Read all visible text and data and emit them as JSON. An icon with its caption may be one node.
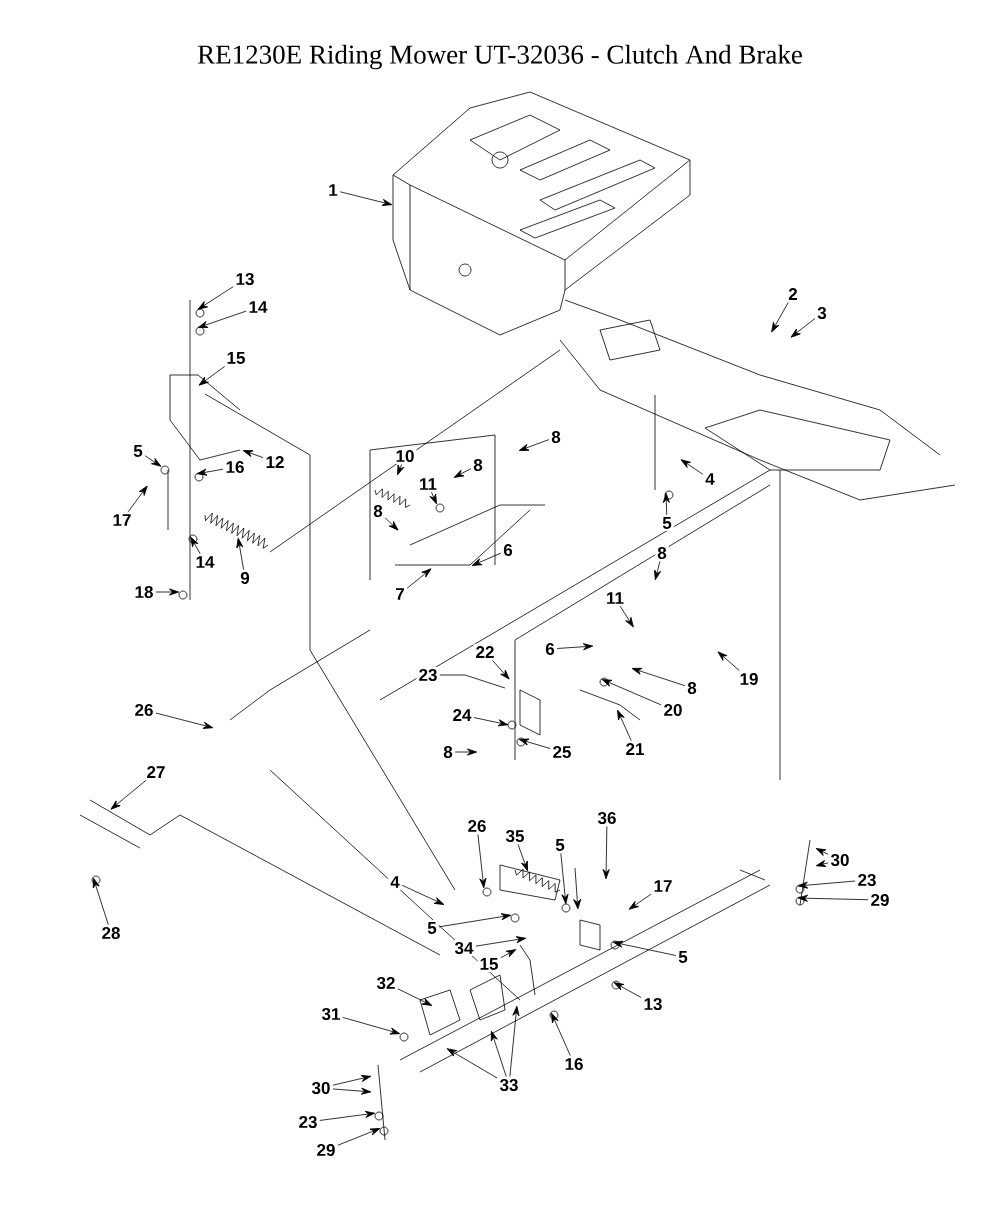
{
  "diagram": {
    "title": "RE1230E Riding Mower UT-32036 - Clutch And Brake",
    "nodes": [
      {
        "text": [
          "1"
        ]
      },
      {
        "text": [
          "2"
        ]
      },
      {
        "text": [
          "3"
        ]
      },
      {
        "text": [
          "13"
        ]
      },
      {
        "text": [
          "14"
        ]
      },
      {
        "text": [
          "15"
        ]
      },
      {
        "text": [
          "12"
        ]
      },
      {
        "text": [
          "5"
        ]
      },
      {
        "text": [
          "16"
        ]
      },
      {
        "text": [
          "17"
        ]
      },
      {
        "text": [
          "14"
        ]
      },
      {
        "text": [
          "9"
        ]
      },
      {
        "text": [
          "18"
        ]
      },
      {
        "text": [
          "10"
        ]
      },
      {
        "text": [
          "11"
        ]
      },
      {
        "text": [
          "8"
        ]
      },
      {
        "text": [
          "8"
        ]
      },
      {
        "text": [
          "8"
        ]
      },
      {
        "text": [
          "6"
        ]
      },
      {
        "text": [
          "7"
        ]
      },
      {
        "text": [
          "4"
        ]
      },
      {
        "text": [
          "5"
        ]
      },
      {
        "text": [
          "8"
        ]
      },
      {
        "text": [
          "11"
        ]
      },
      {
        "text": [
          "6"
        ]
      },
      {
        "text": [
          "19"
        ]
      },
      {
        "text": [
          "22"
        ]
      },
      {
        "text": [
          "23"
        ]
      },
      {
        "text": [
          "24"
        ]
      },
      {
        "text": [
          "8"
        ]
      },
      {
        "text": [
          "8"
        ]
      },
      {
        "text": [
          "20"
        ]
      },
      {
        "text": [
          "21"
        ]
      },
      {
        "text": [
          "25"
        ]
      },
      {
        "text": [
          "26"
        ]
      },
      {
        "text": [
          "27"
        ]
      },
      {
        "text": [
          "28"
        ]
      },
      {
        "text": [
          "4"
        ]
      },
      {
        "text": [
          "26"
        ]
      },
      {
        "text": [
          "35"
        ]
      },
      {
        "text": [
          "5"
        ]
      },
      {
        "text": [
          "36"
        ]
      },
      {
        "text": [
          "17"
        ]
      },
      {
        "text": [
          "30"
        ]
      },
      {
        "text": [
          "23"
        ]
      },
      {
        "text": [
          "29"
        ]
      },
      {
        "text": [
          "5"
        ]
      },
      {
        "text": [
          "34"
        ]
      },
      {
        "text": [
          "15"
        ]
      },
      {
        "text": [
          "5"
        ]
      },
      {
        "text": [
          "13"
        ]
      },
      {
        "text": [
          "32"
        ]
      },
      {
        "text": [
          "31"
        ]
      },
      {
        "text": [
          "16"
        ]
      },
      {
        "text": [
          "33"
        ]
      },
      {
        "text": [
          "30"
        ]
      },
      {
        "text": [
          "23"
        ]
      },
      {
        "text": [
          "29"
        ]
      }
    ],
    "edges": [
      {
        "from": 0,
        "to": null,
        "arrow": "to"
      },
      {
        "from": 1,
        "to": null,
        "arrow": "to"
      },
      {
        "from": 2,
        "to": null,
        "arrow": "to"
      },
      {
        "from": 3,
        "to": null,
        "arrow": "to"
      },
      {
        "from": 4,
        "to": null,
        "arrow": "to"
      },
      {
        "from": 5,
        "to": null,
        "arrow": "to"
      },
      {
        "from": 6,
        "to": null,
        "arrow": "to"
      },
      {
        "from": 7,
        "to": null,
        "arrow": "to"
      },
      {
        "from": 8,
        "to": null,
        "arrow": "to"
      },
      {
        "from": 9,
        "to": null,
        "arrow": "to"
      },
      {
        "from": 10,
        "to": null,
        "arrow": "to"
      },
      {
        "from": 11,
        "to": null,
        "arrow": "to"
      },
      {
        "from": 12,
        "to": null,
        "arrow": "to"
      },
      {
        "from": 13,
        "to": null,
        "arrow": "to"
      },
      {
        "from": 14,
        "to": null,
        "arrow": "to"
      },
      {
        "from": 15,
        "to": null,
        "arrow": "to"
      },
      {
        "from": 16,
        "to": null,
        "arrow": "to"
      },
      {
        "from": 17,
        "to": null,
        "arrow": "to"
      },
      {
        "from": 18,
        "to": null,
        "arrow": "to"
      },
      {
        "from": 19,
        "to": null,
        "arrow": "to"
      },
      {
        "from": 20,
        "to": null,
        "arrow": "to"
      },
      {
        "from": 21,
        "to": null,
        "arrow": "to"
      },
      {
        "from": 22,
        "to": null,
        "arrow": "to"
      },
      {
        "from": 23,
        "to": null,
        "arrow": "to"
      },
      {
        "from": 24,
        "to": null,
        "arrow": "to"
      },
      {
        "from": 25,
        "to": null,
        "arrow": "to"
      },
      {
        "from": 26,
        "to": null,
        "arrow": "to"
      },
      {
        "from": 27,
        "to": null,
        "arrow": "none"
      },
      {
        "from": 28,
        "to": null,
        "arrow": "to"
      },
      {
        "from": 29,
        "to": null,
        "arrow": "to"
      },
      {
        "from": 30,
        "to": null,
        "arrow": "to"
      },
      {
        "from": 31,
        "to": null,
        "arrow": "to"
      },
      {
        "from": 32,
        "to": null,
        "arrow": "to"
      },
      {
        "from": 33,
        "to": null,
        "arrow": "to"
      },
      {
        "from": 34,
        "to": null,
        "arrow": "to"
      },
      {
        "from": 35,
        "to": null,
        "arrow": "to"
      },
      {
        "from": 36,
        "to": null,
        "arrow": "to"
      },
      {
        "from": 37,
        "to": null,
        "arrow": "to"
      },
      {
        "from": 38,
        "to": null,
        "arrow": "to"
      },
      {
        "from": 39,
        "to": null,
        "arrow": "to"
      },
      {
        "from": 40,
        "to": null,
        "arrow": "to"
      },
      {
        "from": 41,
        "to": null,
        "arrow": "to"
      },
      {
        "from": 42,
        "to": null,
        "arrow": "to"
      },
      {
        "from": 43,
        "to": null,
        "arrow": "to"
      },
      {
        "from": 43,
        "to": null,
        "arrow": "to"
      },
      {
        "from": 44,
        "to": null,
        "arrow": "to"
      },
      {
        "from": 45,
        "to": null,
        "arrow": "to"
      },
      {
        "from": 46,
        "to": null,
        "arrow": "to"
      },
      {
        "from": 47,
        "to": null,
        "arrow": "to"
      },
      {
        "from": 48,
        "to": null,
        "arrow": "to"
      },
      {
        "from": 49,
        "to": null,
        "arrow": "to"
      },
      {
        "from": 50,
        "to": null,
        "arrow": "to"
      },
      {
        "from": 51,
        "to": null,
        "arrow": "to"
      },
      {
        "from": 52,
        "to": null,
        "arrow": "to"
      },
      {
        "from": 53,
        "to": null,
        "arrow": "to"
      },
      {
        "from": 54,
        "to": null,
        "arrow": "to"
      },
      {
        "from": 54,
        "to": null,
        "arrow": "to"
      },
      {
        "from": 54,
        "to": null,
        "arrow": "to"
      },
      {
        "from": 55,
        "to": null,
        "arrow": "to"
      },
      {
        "from": 55,
        "to": null,
        "arrow": "to"
      },
      {
        "from": 56,
        "to": null,
        "arrow": "to"
      },
      {
        "from": 57,
        "to": null,
        "arrow": "to"
      }
    ]
  }
}
